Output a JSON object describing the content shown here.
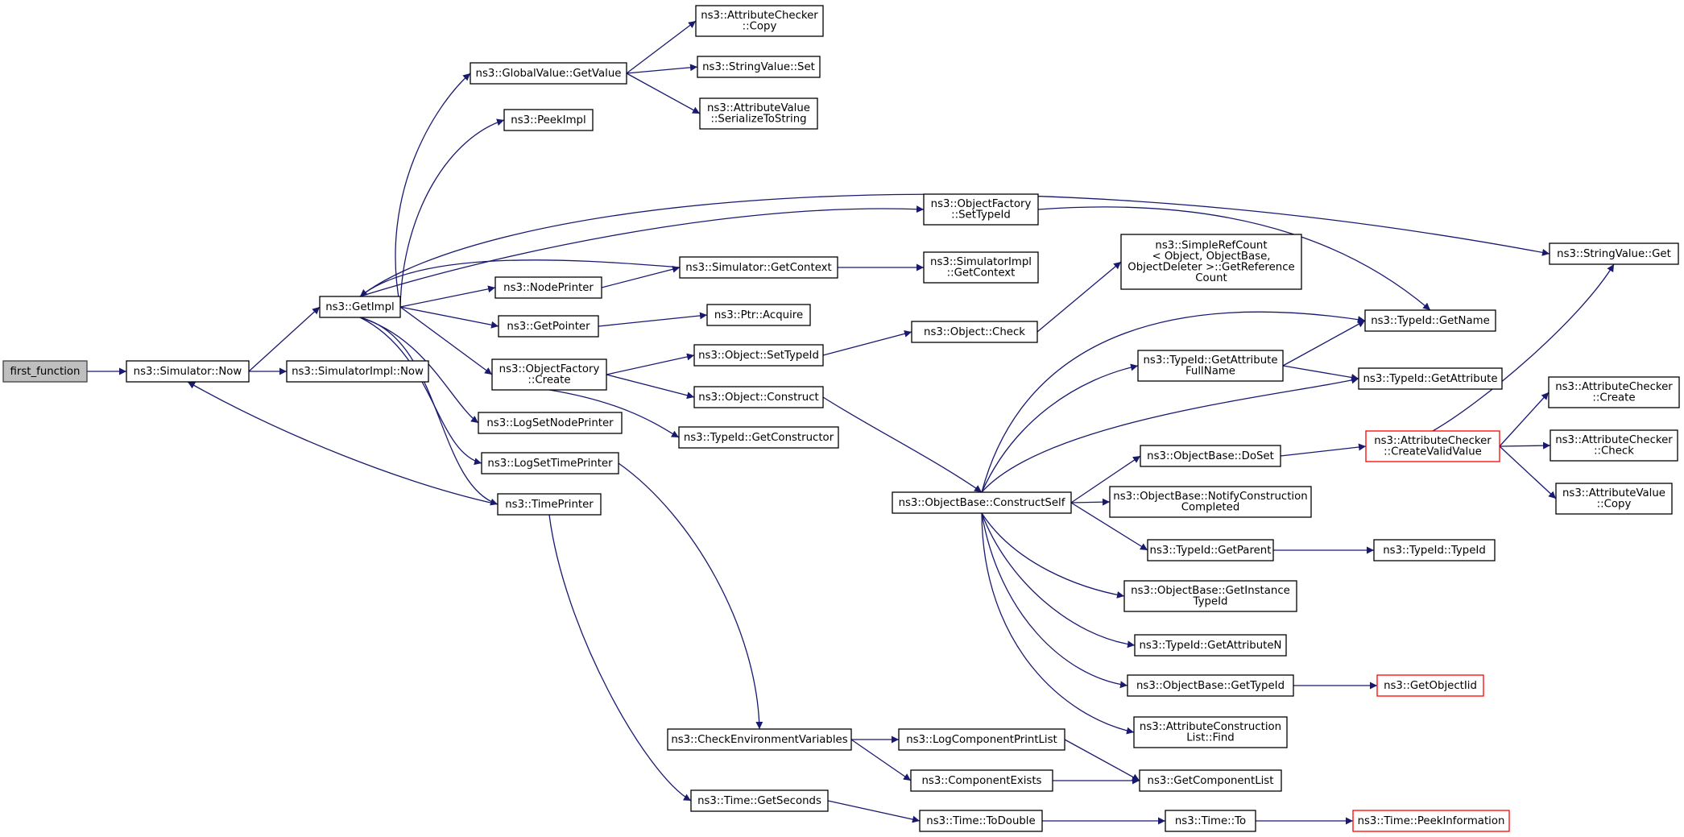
{
  "nodes": [
    {
      "id": "first_function",
      "lines": [
        "first_function"
      ],
      "root": true
    },
    {
      "id": "sim_now",
      "lines": [
        "ns3::Simulator::Now"
      ]
    },
    {
      "id": "simimpl_now",
      "lines": [
        "ns3::SimulatorImpl::Now"
      ]
    },
    {
      "id": "getimpl",
      "lines": [
        "ns3::GetImpl"
      ]
    },
    {
      "id": "gv_getvalue",
      "lines": [
        "ns3::GlobalValue::GetValue"
      ]
    },
    {
      "id": "ac_copy",
      "lines": [
        "ns3::AttributeChecker",
        "::Copy"
      ]
    },
    {
      "id": "sv_set",
      "lines": [
        "ns3::StringValue::Set"
      ]
    },
    {
      "id": "av_serialize",
      "lines": [
        "ns3::AttributeValue",
        "::SerializeToString"
      ]
    },
    {
      "id": "peekimpl",
      "lines": [
        "ns3::PeekImpl"
      ]
    },
    {
      "id": "sv_get",
      "lines": [
        "ns3::StringValue::Get"
      ]
    },
    {
      "id": "of_settypeid",
      "lines": [
        "ns3::ObjectFactory",
        "::SetTypeId"
      ]
    },
    {
      "id": "sim_getcontext",
      "lines": [
        "ns3::Simulator::GetContext"
      ]
    },
    {
      "id": "simimpl_getcontext",
      "lines": [
        "ns3::SimulatorImpl",
        "::GetContext"
      ]
    },
    {
      "id": "nodeprinter",
      "lines": [
        "ns3::NodePrinter"
      ]
    },
    {
      "id": "getpointer",
      "lines": [
        "ns3::GetPointer"
      ]
    },
    {
      "id": "ptr_acquire",
      "lines": [
        "ns3::Ptr::Acquire"
      ]
    },
    {
      "id": "of_create",
      "lines": [
        "ns3::ObjectFactory",
        "::Create"
      ]
    },
    {
      "id": "obj_settypeid",
      "lines": [
        "ns3::Object::SetTypeId"
      ]
    },
    {
      "id": "obj_check",
      "lines": [
        "ns3::Object::Check"
      ]
    },
    {
      "id": "simplerefcount",
      "lines": [
        "ns3::SimpleRefCount",
        "< Object, ObjectBase,",
        "ObjectDeleter >::GetReference",
        "Count"
      ]
    },
    {
      "id": "obj_construct",
      "lines": [
        "ns3::Object::Construct"
      ]
    },
    {
      "id": "tid_getconstructor",
      "lines": [
        "ns3::TypeId::GetConstructor"
      ]
    },
    {
      "id": "logsetnodeprinter",
      "lines": [
        "ns3::LogSetNodePrinter"
      ]
    },
    {
      "id": "logsettimeprinter",
      "lines": [
        "ns3::LogSetTimePrinter"
      ]
    },
    {
      "id": "timeprinter",
      "lines": [
        "ns3::TimePrinter"
      ]
    },
    {
      "id": "tid_getname",
      "lines": [
        "ns3::TypeId::GetName"
      ]
    },
    {
      "id": "tid_getattrfullname",
      "lines": [
        "ns3::TypeId::GetAttribute",
        "FullName"
      ]
    },
    {
      "id": "tid_getattribute",
      "lines": [
        "ns3::TypeId::GetAttribute"
      ]
    },
    {
      "id": "ob_doset",
      "lines": [
        "ns3::ObjectBase::DoSet"
      ]
    },
    {
      "id": "ac_createvalid",
      "lines": [
        "ns3::AttributeChecker",
        "::CreateValidValue"
      ],
      "truncated": true
    },
    {
      "id": "ac_create",
      "lines": [
        "ns3::AttributeChecker",
        "::Create"
      ]
    },
    {
      "id": "ac_check",
      "lines": [
        "ns3::AttributeChecker",
        "::Check"
      ]
    },
    {
      "id": "av_copy",
      "lines": [
        "ns3::AttributeValue",
        "::Copy"
      ]
    },
    {
      "id": "ob_constructself",
      "lines": [
        "ns3::ObjectBase::ConstructSelf"
      ]
    },
    {
      "id": "ob_notify",
      "lines": [
        "ns3::ObjectBase::NotifyConstruction",
        "Completed"
      ]
    },
    {
      "id": "tid_getparent",
      "lines": [
        "ns3::TypeId::GetParent"
      ]
    },
    {
      "id": "tid_typeid",
      "lines": [
        "ns3::TypeId::TypeId"
      ]
    },
    {
      "id": "ob_getinstancetypeid",
      "lines": [
        "ns3::ObjectBase::GetInstance",
        "TypeId"
      ]
    },
    {
      "id": "tid_getattributen",
      "lines": [
        "ns3::TypeId::GetAttributeN"
      ]
    },
    {
      "id": "ob_gettypeid",
      "lines": [
        "ns3::ObjectBase::GetTypeId"
      ]
    },
    {
      "id": "getobjectiid",
      "lines": [
        "ns3::GetObjectIid"
      ],
      "truncated": true
    },
    {
      "id": "acl_find",
      "lines": [
        "ns3::AttributeConstruction",
        "List::Find"
      ]
    },
    {
      "id": "checkenv",
      "lines": [
        "ns3::CheckEnvironmentVariables"
      ]
    },
    {
      "id": "logcompprintlist",
      "lines": [
        "ns3::LogComponentPrintList"
      ]
    },
    {
      "id": "componentexists",
      "lines": [
        "ns3::ComponentExists"
      ]
    },
    {
      "id": "getcomponentlist",
      "lines": [
        "ns3::GetComponentList"
      ]
    },
    {
      "id": "time_getseconds",
      "lines": [
        "ns3::Time::GetSeconds"
      ]
    },
    {
      "id": "time_todouble",
      "lines": [
        "ns3::Time::ToDouble"
      ]
    },
    {
      "id": "time_to",
      "lines": [
        "ns3::Time::To"
      ]
    },
    {
      "id": "time_peekinfo",
      "lines": [
        "ns3::Time::PeekInformation"
      ],
      "truncated": true
    }
  ]
}
